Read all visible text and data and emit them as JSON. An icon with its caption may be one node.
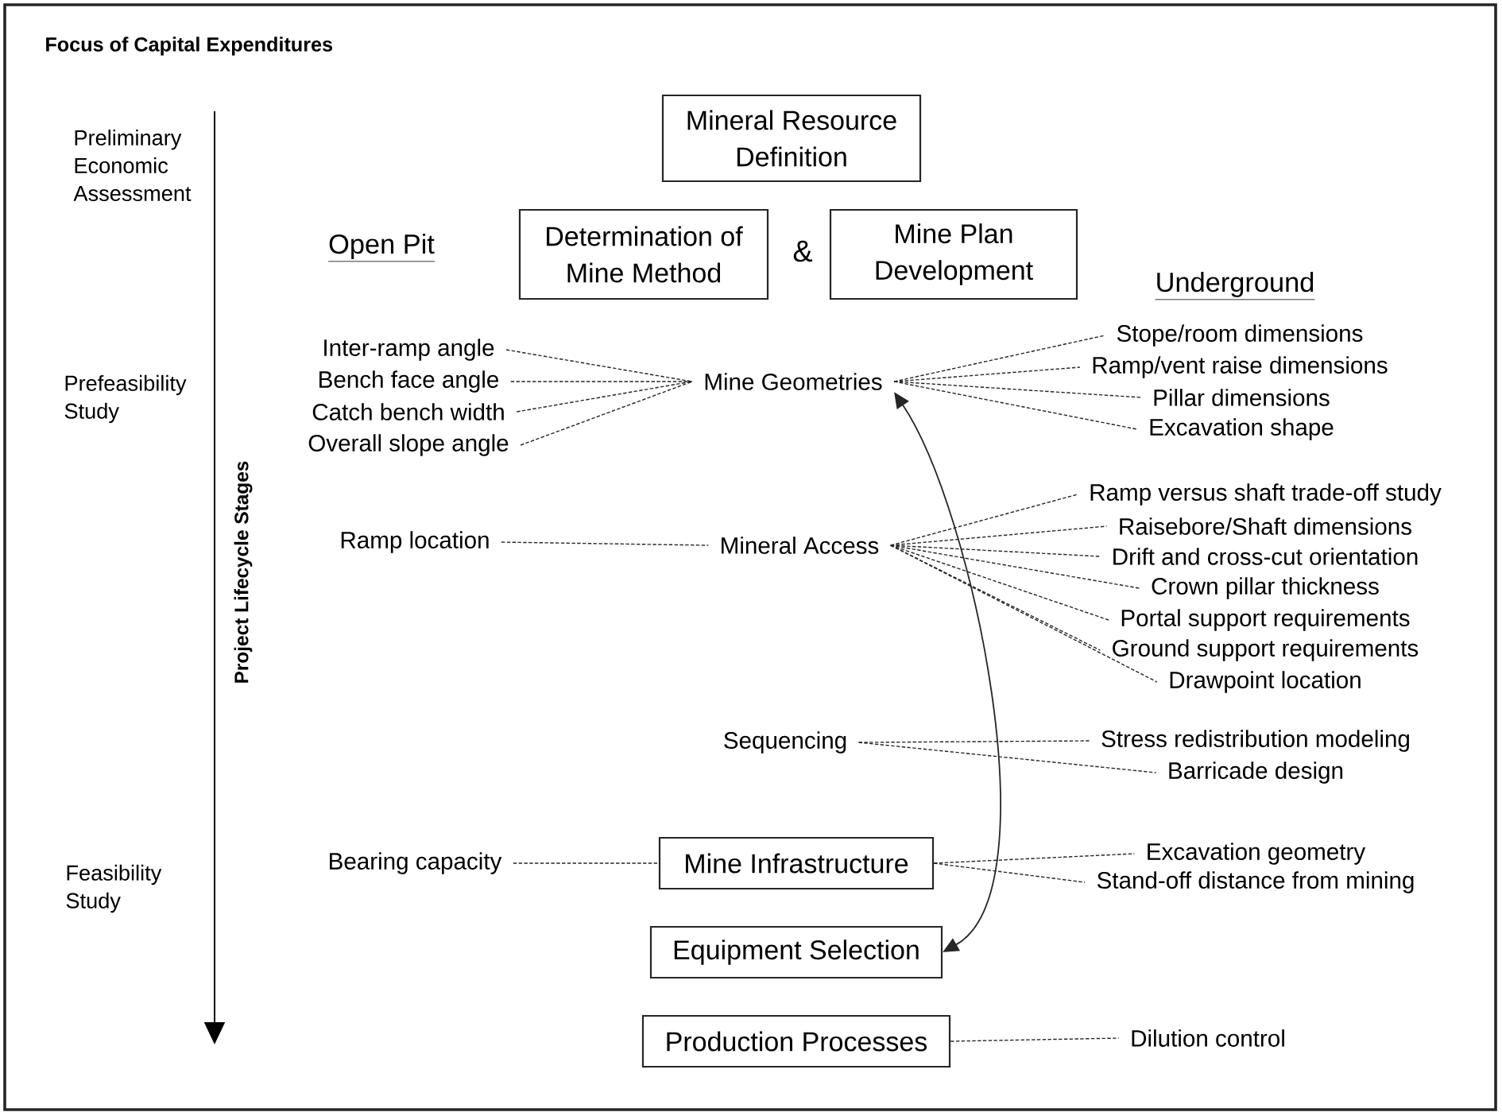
{
  "diagram": {
    "title": "Focus of Capital Expenditures",
    "nodes": [
      {
        "text": [
          "Mineral Resource Definition"
        ]
      },
      {
        "text": [
          "Determination of Mine Method"
        ]
      },
      {
        "text": [
          "Mine Plan Development"
        ]
      },
      {
        "text": [
          "Inter-ramp angle"
        ]
      },
      {
        "text": [
          "Bench face angle"
        ]
      },
      {
        "text": [
          "Catch bench width"
        ]
      },
      {
        "text": [
          "Overall slope angle"
        ]
      },
      {
        "text": [
          "Mine Geometries"
        ]
      },
      {
        "text": [
          "Stope/room dimensions"
        ]
      },
      {
        "text": [
          "Ramp/vent raise dimensions"
        ]
      },
      {
        "text": [
          "Pillar dimensions"
        ]
      },
      {
        "text": [
          "Excavation shape"
        ]
      },
      {
        "text": [
          "Ramp location"
        ]
      },
      {
        "text": [
          "Mineral Access"
        ]
      },
      {
        "text": [
          "Ramp versus shaft trade-off study"
        ]
      },
      {
        "text": [
          "Raisebore/Shaft dimensions"
        ]
      },
      {
        "text": [
          "Drift and cross-cut orientation"
        ]
      },
      {
        "text": [
          "Crown pillar thickness"
        ]
      },
      {
        "text": [
          "Portal support requirements"
        ]
      },
      {
        "text": [
          "Ground support requirements"
        ]
      },
      {
        "text": [
          "Drawpoint location"
        ]
      },
      {
        "text": [
          "Sequencing"
        ]
      },
      {
        "text": [
          "Stress redistribution modeling"
        ]
      },
      {
        "text": [
          "Barricade design"
        ]
      },
      {
        "text": [
          "Bearing capacity"
        ]
      },
      {
        "text": [
          "Mine Infrastructure"
        ]
      },
      {
        "text": [
          "Excavation geometry"
        ]
      },
      {
        "text": [
          "Stand-off distance from mining"
        ]
      },
      {
        "text": [
          "Equipment Selection"
        ]
      },
      {
        "text": [
          "Production Processes"
        ]
      },
      {
        "text": [
          "Dilution control"
        ]
      }
    ],
    "edges": [
      {
        "from": 3,
        "to": 7,
        "arrow": "none",
        "style": "dashed"
      },
      {
        "from": 4,
        "to": 7,
        "arrow": "none",
        "style": "dashed"
      },
      {
        "from": 5,
        "to": 7,
        "arrow": "none",
        "style": "dashed"
      },
      {
        "from": 6,
        "to": 7,
        "arrow": "none",
        "style": "dashed"
      },
      {
        "from": 7,
        "to": 8,
        "arrow": "none",
        "style": "dashed"
      },
      {
        "from": 7,
        "to": 9,
        "arrow": "none",
        "style": "dashed"
      },
      {
        "from": 7,
        "to": 10,
        "arrow": "none",
        "style": "dashed"
      },
      {
        "from": 7,
        "to": 11,
        "arrow": "none",
        "style": "dashed"
      },
      {
        "from": 12,
        "to": 13,
        "arrow": "none",
        "style": "dashed"
      },
      {
        "from": 13,
        "to": 14,
        "arrow": "none",
        "style": "dashed"
      },
      {
        "from": 13,
        "to": 15,
        "arrow": "none",
        "style": "dashed"
      },
      {
        "from": 13,
        "to": 16,
        "arrow": "none",
        "style": "dashed"
      },
      {
        "from": 13,
        "to": 17,
        "arrow": "none",
        "style": "dashed"
      },
      {
        "from": 13,
        "to": 18,
        "arrow": "none",
        "style": "dashed"
      },
      {
        "from": 13,
        "to": 19,
        "arrow": "none",
        "style": "dashed"
      },
      {
        "from": 13,
        "to": 20,
        "arrow": "none",
        "style": "dashed"
      },
      {
        "from": 21,
        "to": 22,
        "arrow": "none",
        "style": "dashed"
      },
      {
        "from": 21,
        "to": 23,
        "arrow": "none",
        "style": "dashed"
      },
      {
        "from": 24,
        "to": 25,
        "arrow": "none",
        "style": "dashed"
      },
      {
        "from": 25,
        "to": 26,
        "arrow": "none",
        "style": "dashed"
      },
      {
        "from": 25,
        "to": 27,
        "arrow": "none",
        "style": "dashed"
      },
      {
        "from": 29,
        "to": 30,
        "arrow": "none",
        "style": "dashed"
      },
      {
        "from": 7,
        "to": 28,
        "arrow": "both"
      }
    ],
    "labels": [
      "Preliminary Economic Assessment",
      "Open Pit",
      "&",
      "Underground",
      "Prefeasibility Study",
      "Project Lifecycle Stages",
      "Feasibility Study"
    ]
  }
}
